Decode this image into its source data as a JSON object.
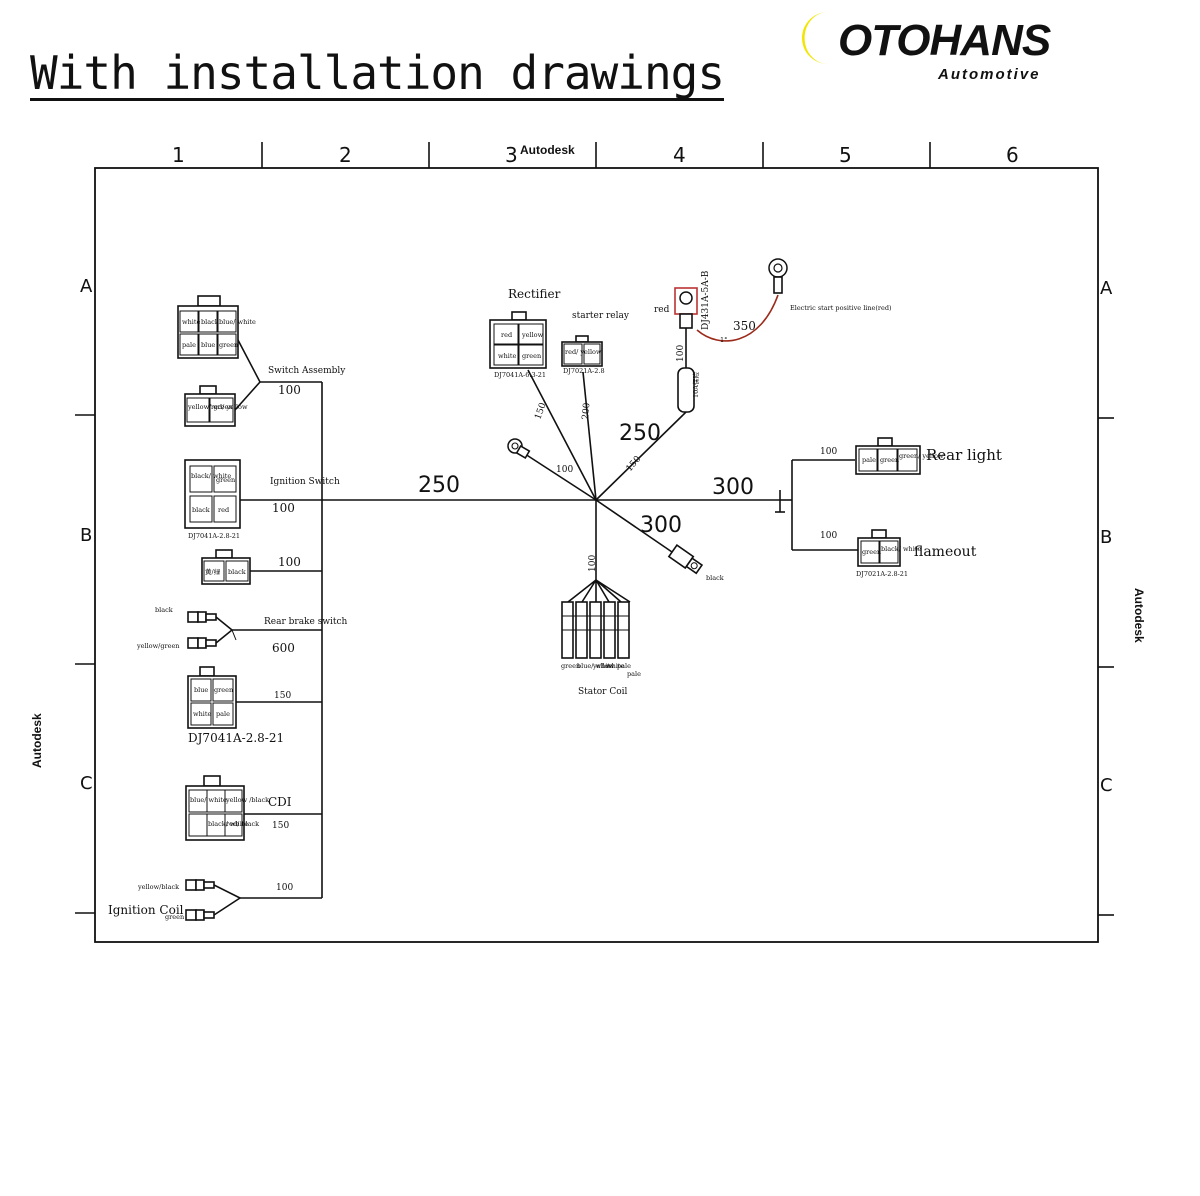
{
  "header": {
    "title": "With installation drawings",
    "brand": {
      "name": "OTOHANS",
      "tagline": "Automotive",
      "crescent_color": "#f2e600"
    }
  },
  "frame": {
    "columns": [
      "1",
      "2",
      "3",
      "4",
      "5",
      "6"
    ],
    "rows": [
      "A",
      "B",
      "C"
    ],
    "watermark": "Autodesk"
  },
  "connectors": {
    "switch_assembly": {
      "label": "Switch Assembly",
      "length": "100",
      "pins_top": [
        "white",
        "black",
        "blue/ white",
        "pale",
        "blue",
        "green"
      ],
      "pins_bottom": [
        "yellow/ green",
        "red/ yellow"
      ]
    },
    "ignition_switch": {
      "label": "Ignition Switch",
      "length": "100",
      "pins": [
        "black/ white",
        "green",
        "black",
        "red"
      ],
      "part": "DJ7041A-2.8-21"
    },
    "plug_3": {
      "length": "100",
      "pins": [
        "黄/绿",
        "black"
      ]
    },
    "rear_brake_switch": {
      "label": "Rear brake switch",
      "length": "600",
      "pins": [
        "black",
        "yellow/green"
      ]
    },
    "plug_5": {
      "length": "150",
      "pins": [
        "blue",
        "green",
        "white",
        "pale"
      ],
      "part": "DJ7041A-2.8-21"
    },
    "cdi": {
      "label": "CDI",
      "length": "150",
      "pins": [
        "blue/ white",
        "yellow /black",
        "black/ white",
        "red/ black"
      ]
    },
    "ignition_coil": {
      "label": "Ignition Coil",
      "length": "100",
      "pins": [
        "yellow/black",
        "green"
      ]
    },
    "rectifier": {
      "label": "Rectifier",
      "length": "150",
      "pins": [
        "red",
        "yellow",
        "white",
        "green"
      ],
      "part": "DJ7041A-6.3-21"
    },
    "starter_relay": {
      "label": "starter relay",
      "length": "200",
      "pins": [
        "red/ yellow",
        ""
      ],
      "part": "DJ7021A-2.8"
    },
    "battery_positive": {
      "color_label": "red",
      "part": "DJ431A-5A-B",
      "length": "100",
      "fuse": "10A保险",
      "fuse_length": "150"
    },
    "electric_start": {
      "label": "Electric start positive line(red)",
      "length": "350",
      "mark": "1°"
    },
    "ground_ring": {
      "length": "100"
    },
    "ground_terminal": {
      "label": "black",
      "length": "300"
    },
    "stator_coil": {
      "label": "Stator Coil",
      "length": "100",
      "wires": [
        "green",
        "blue/ white",
        "yellow",
        "white",
        "pale",
        "pale"
      ]
    },
    "rear_light": {
      "label": "Rear light",
      "length": "100",
      "pins": [
        "pale",
        "green",
        "green/ yellow"
      ]
    },
    "flameout": {
      "label": "flameout",
      "length": "100",
      "pins": [
        "green",
        "black/ white"
      ],
      "part": "DJ7021A-2.8-21"
    }
  },
  "trunk": {
    "left_length": "250",
    "right_length": "300",
    "to_fuse_length": "250"
  }
}
